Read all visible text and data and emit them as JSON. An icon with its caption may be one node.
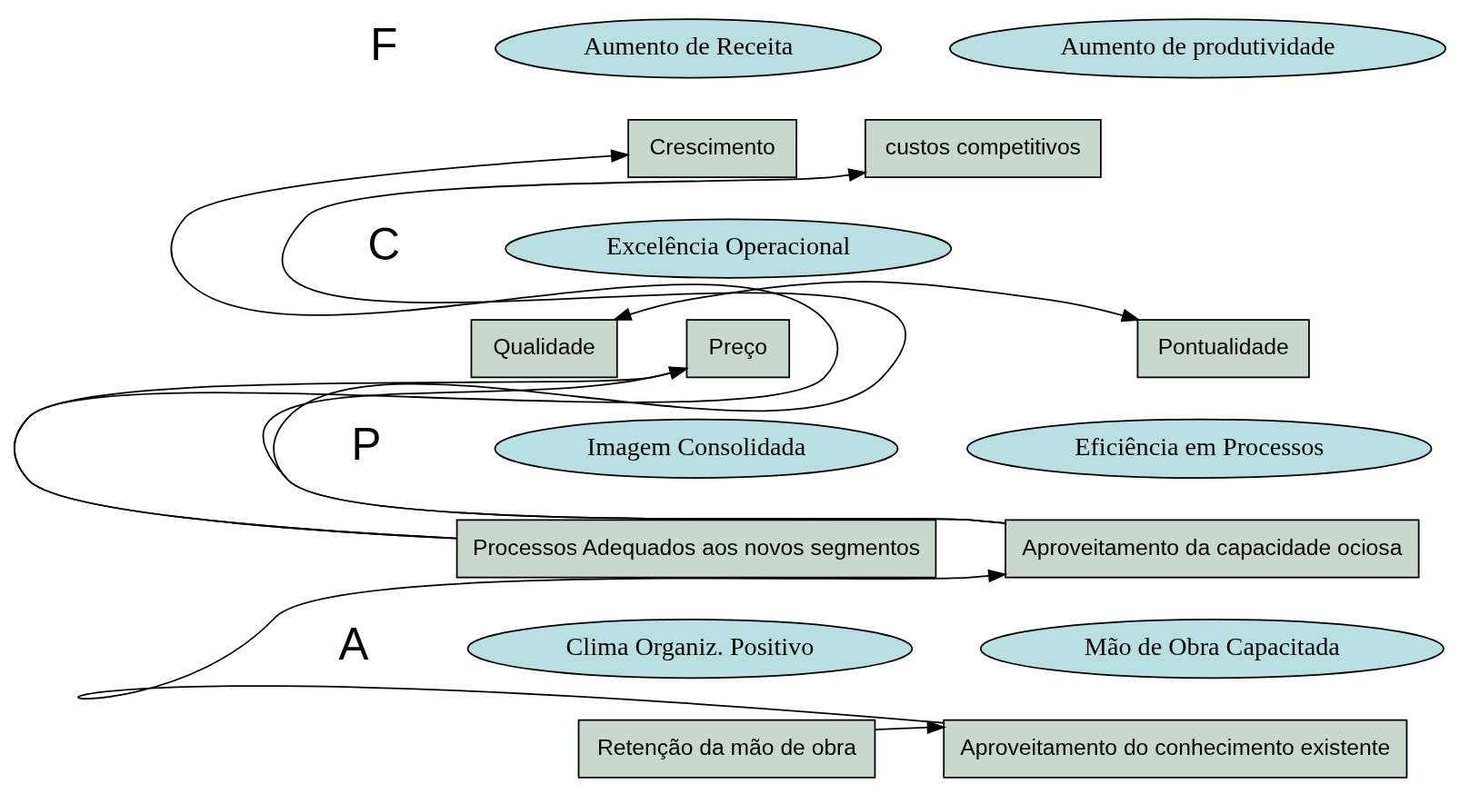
{
  "diagram": {
    "nodes": [
      {
        "text": [
          "Aumento de Receita"
        ]
      },
      {
        "text": [
          "Aumento de produtividade"
        ]
      },
      {
        "text": [
          "Crescimento"
        ]
      },
      {
        "text": [
          "custos competitivos"
        ]
      },
      {
        "text": [
          "Excelência Operacional"
        ]
      },
      {
        "text": [
          "Qualidade"
        ]
      },
      {
        "text": [
          "Preço"
        ]
      },
      {
        "text": [
          "Pontualidade"
        ]
      },
      {
        "text": [
          "Imagem Consolidada"
        ]
      },
      {
        "text": [
          "Eficiência em Processos"
        ]
      },
      {
        "text": [
          "Processos Adequados aos novos segmentos"
        ]
      },
      {
        "text": [
          "Aproveitamento da capacidade ociosa"
        ]
      },
      {
        "text": [
          "Clima Organiz. Positivo"
        ]
      },
      {
        "text": [
          "Mão de Obra Capacitada"
        ]
      },
      {
        "text": [
          "Retenção da mão de obra"
        ]
      },
      {
        "text": [
          "Aproveitamento do conhecimento existente"
        ]
      }
    ],
    "edges": [
      {
        "from": 10,
        "to": 2,
        "arrow": "to"
      },
      {
        "from": 10,
        "to": 6,
        "arrow": "to"
      },
      {
        "from": 11,
        "to": 6,
        "arrow": "to"
      },
      {
        "from": 5,
        "to": 7,
        "arrow": "both"
      },
      {
        "from": 11,
        "to": 3,
        "arrow": "to"
      },
      {
        "from": 15,
        "to": 11,
        "arrow": "to"
      },
      {
        "from": 14,
        "to": 15,
        "arrow": "to"
      }
    ],
    "labels": [
      "F",
      "C",
      "P",
      "A"
    ]
  }
}
